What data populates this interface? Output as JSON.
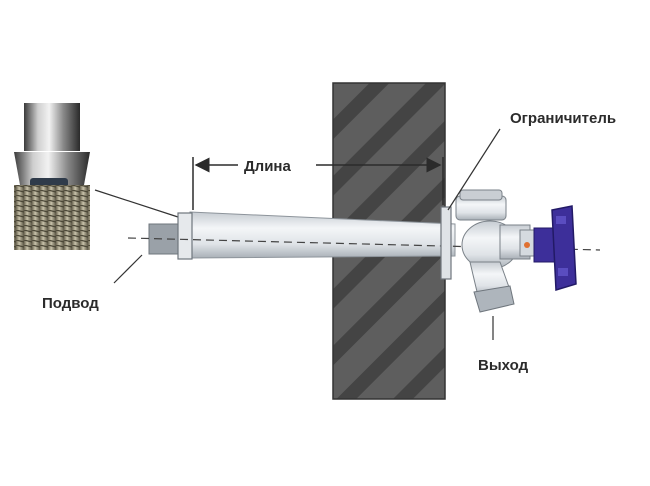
{
  "labels": {
    "length": "Длина",
    "limiter": "Ограничитель",
    "inlet": "Подвод",
    "outlet": "Выход"
  },
  "colors": {
    "wall_fill": "#5a5a5a",
    "wall_hatch": "#3a3a3a",
    "pipe_light": "#eef1f4",
    "pipe_shade": "#b9c0c7",
    "handle": "#3d2f9a",
    "label_text": "#2b2b2b"
  },
  "icons": {
    "inlet_thread_photo": "threaded-fitting-icon",
    "valve_handle": "valve-handle-icon"
  }
}
